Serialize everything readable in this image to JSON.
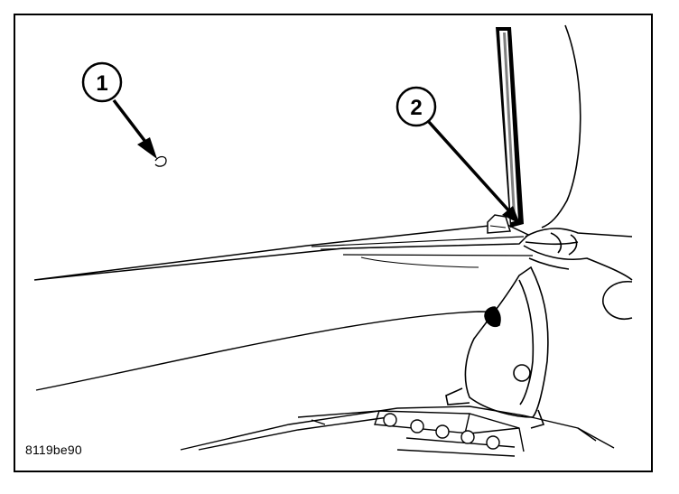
{
  "figure_id": "8119be90",
  "callouts": [
    {
      "number": "1"
    },
    {
      "number": "2"
    }
  ]
}
